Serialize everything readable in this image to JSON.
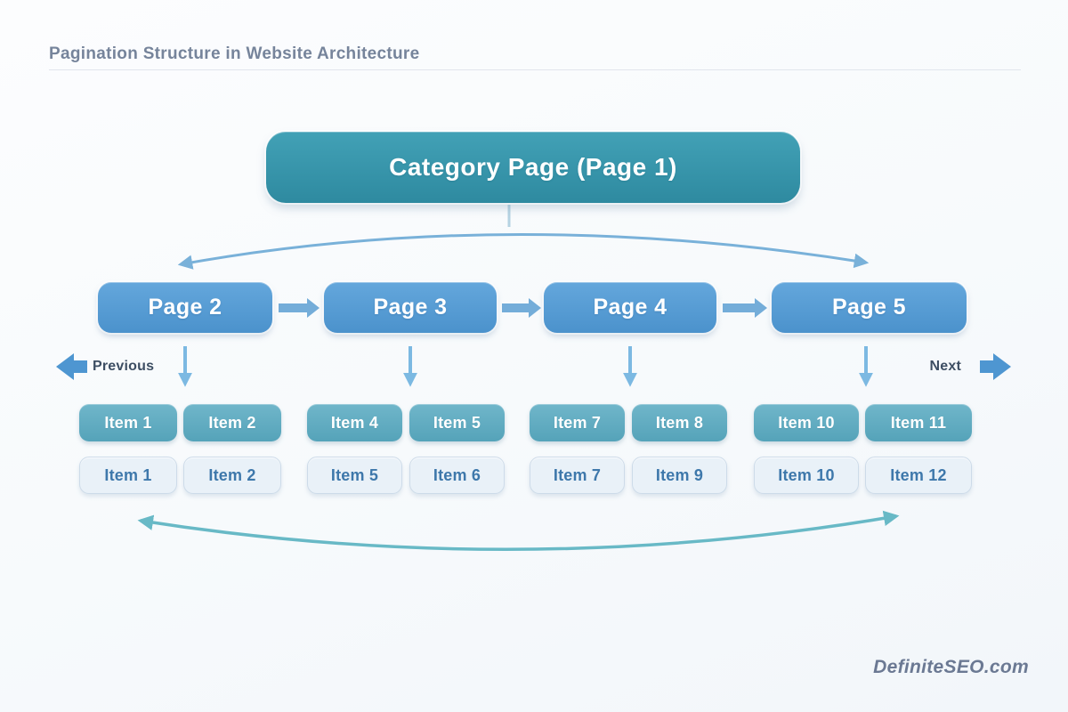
{
  "header": {
    "title": "Pagination Structure in Website Architecture"
  },
  "category": {
    "label": "Category Page  (Page 1)"
  },
  "nav": {
    "previous_label": "Previous",
    "next_label": "Next"
  },
  "pages": [
    {
      "label": "Page 2",
      "items_top": [
        "Item 1",
        "Item 2"
      ],
      "items_bottom": [
        "Item 1",
        "Item 2"
      ]
    },
    {
      "label": "Page 3",
      "items_top": [
        "Item 4",
        "Item 5"
      ],
      "items_bottom": [
        "Item 5",
        "Item 6"
      ]
    },
    {
      "label": "Page 4",
      "items_top": [
        "Item 7",
        "Item 8"
      ],
      "items_bottom": [
        "Item 7",
        "Item 9"
      ]
    },
    {
      "label": "Page 5",
      "items_top": [
        "Item 10",
        "Item 11"
      ],
      "items_bottom": [
        "Item 10",
        "Item 12"
      ]
    }
  ],
  "footer": {
    "brand": "DefiniteSEO.com"
  },
  "icons": {
    "previous": "arrow-left-icon",
    "next": "arrow-right-icon",
    "fanout": "curved-double-arrow-down-icon",
    "loop": "curved-double-arrow-up-icon"
  },
  "colors": {
    "category_teal_top": "#42a1b6",
    "category_teal_bottom": "#2e8aa0",
    "page_blue_top": "#64a7dc",
    "page_blue_bottom": "#4b92cc",
    "item_teal_top": "#70b6ca",
    "item_teal_bottom": "#55a3b9",
    "item_light_bg": "#e9f1f8",
    "item_light_text": "#3e78ab",
    "arrow_light_blue": "#79b1d9",
    "arrow_solid_blue": "#4e96d1",
    "arrow_teal": "#68b9c6",
    "title_text": "#76849b",
    "nav_text": "#3d4e63",
    "brand_text": "#6b7993"
  }
}
